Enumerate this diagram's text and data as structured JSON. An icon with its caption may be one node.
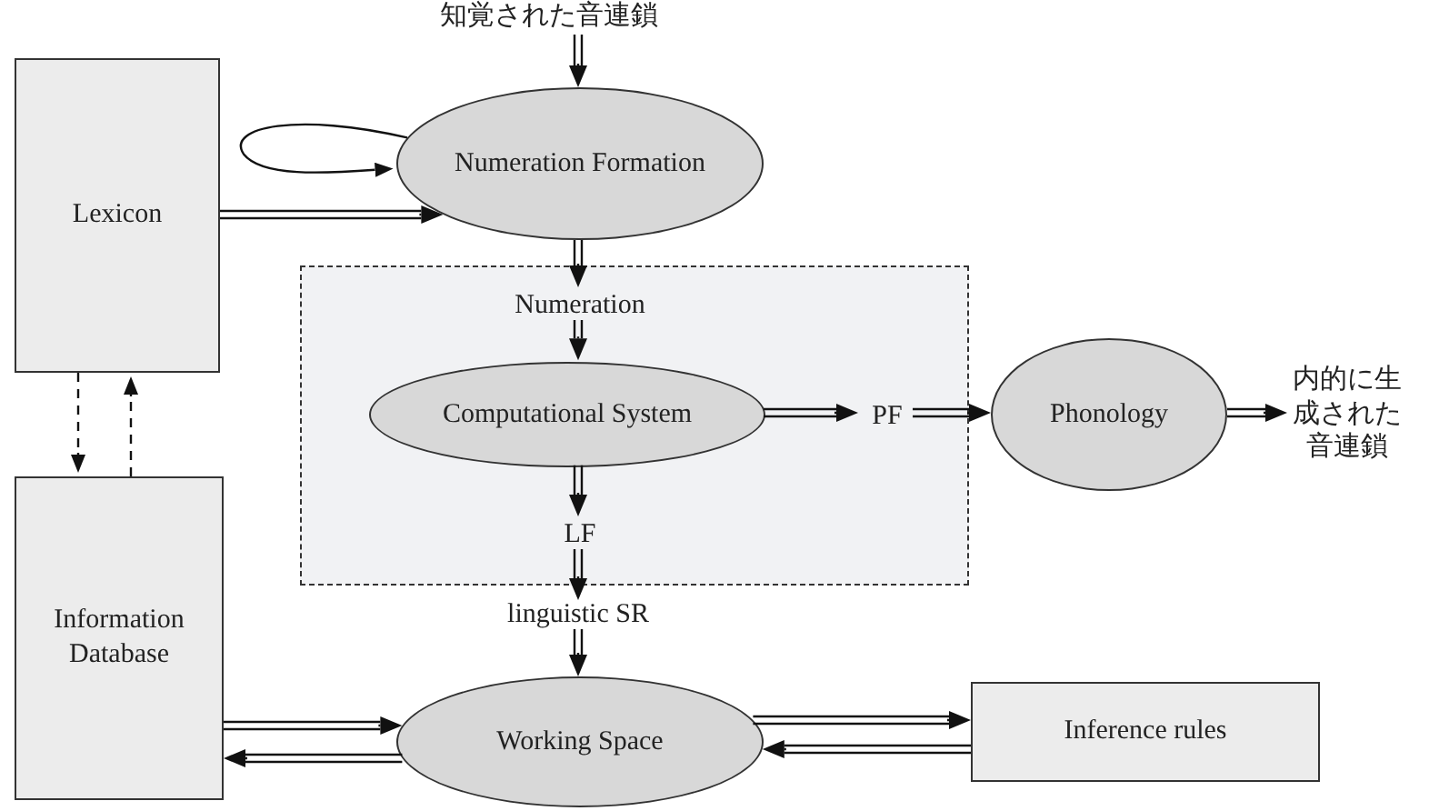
{
  "diagram": {
    "nodes": [
      {
        "text": [
          "知覚された音連鎖"
        ]
      },
      {
        "text": [
          "Lexicon"
        ]
      },
      {
        "text": [
          "Numeration Formation"
        ]
      },
      {
        "text": [],
        "shape": "box"
      },
      {
        "text": [
          "Numeration"
        ],
        "in": 3
      },
      {
        "text": [
          "Computational System"
        ],
        "in": 3
      },
      {
        "text": [
          "LF"
        ],
        "in": 3
      },
      {
        "text": [
          "PF"
        ],
        "in": 3
      },
      {
        "text": [
          "Phonology"
        ]
      },
      {
        "text": [
          "内的に生成された音連鎖"
        ]
      },
      {
        "text": [
          "linguistic SR"
        ]
      },
      {
        "text": [
          "Information Database"
        ]
      },
      {
        "text": [
          "Working Space"
        ]
      },
      {
        "text": [
          "Inference rules"
        ]
      }
    ],
    "edges": [
      {
        "from": 0,
        "to": 2,
        "arrow": "to"
      },
      {
        "from": 2,
        "to": 2,
        "arrow": "to"
      },
      {
        "from": 1,
        "to": 2,
        "arrow": "to"
      },
      {
        "from": 2,
        "to": 4,
        "arrow": "to"
      },
      {
        "from": 4,
        "to": 5,
        "arrow": "to"
      },
      {
        "from": 5,
        "to": 7,
        "arrow": "to"
      },
      {
        "from": 7,
        "to": 8,
        "arrow": "to"
      },
      {
        "from": 8,
        "to": 9,
        "arrow": "to"
      },
      {
        "from": 5,
        "to": 6,
        "arrow": "to"
      },
      {
        "from": 6,
        "to": 10,
        "arrow": "to"
      },
      {
        "from": 10,
        "to": 12,
        "arrow": "to"
      },
      {
        "from": 1,
        "to": 11,
        "arrow": "to",
        "style": "dashed"
      },
      {
        "from": 11,
        "to": 1,
        "arrow": "to",
        "style": "dashed"
      },
      {
        "from": 11,
        "to": 12,
        "arrow": "to"
      },
      {
        "from": 12,
        "to": 11,
        "arrow": "to"
      },
      {
        "from": 12,
        "to": 13,
        "arrow": "to"
      },
      {
        "from": 13,
        "to": 12,
        "arrow": "to"
      }
    ]
  }
}
